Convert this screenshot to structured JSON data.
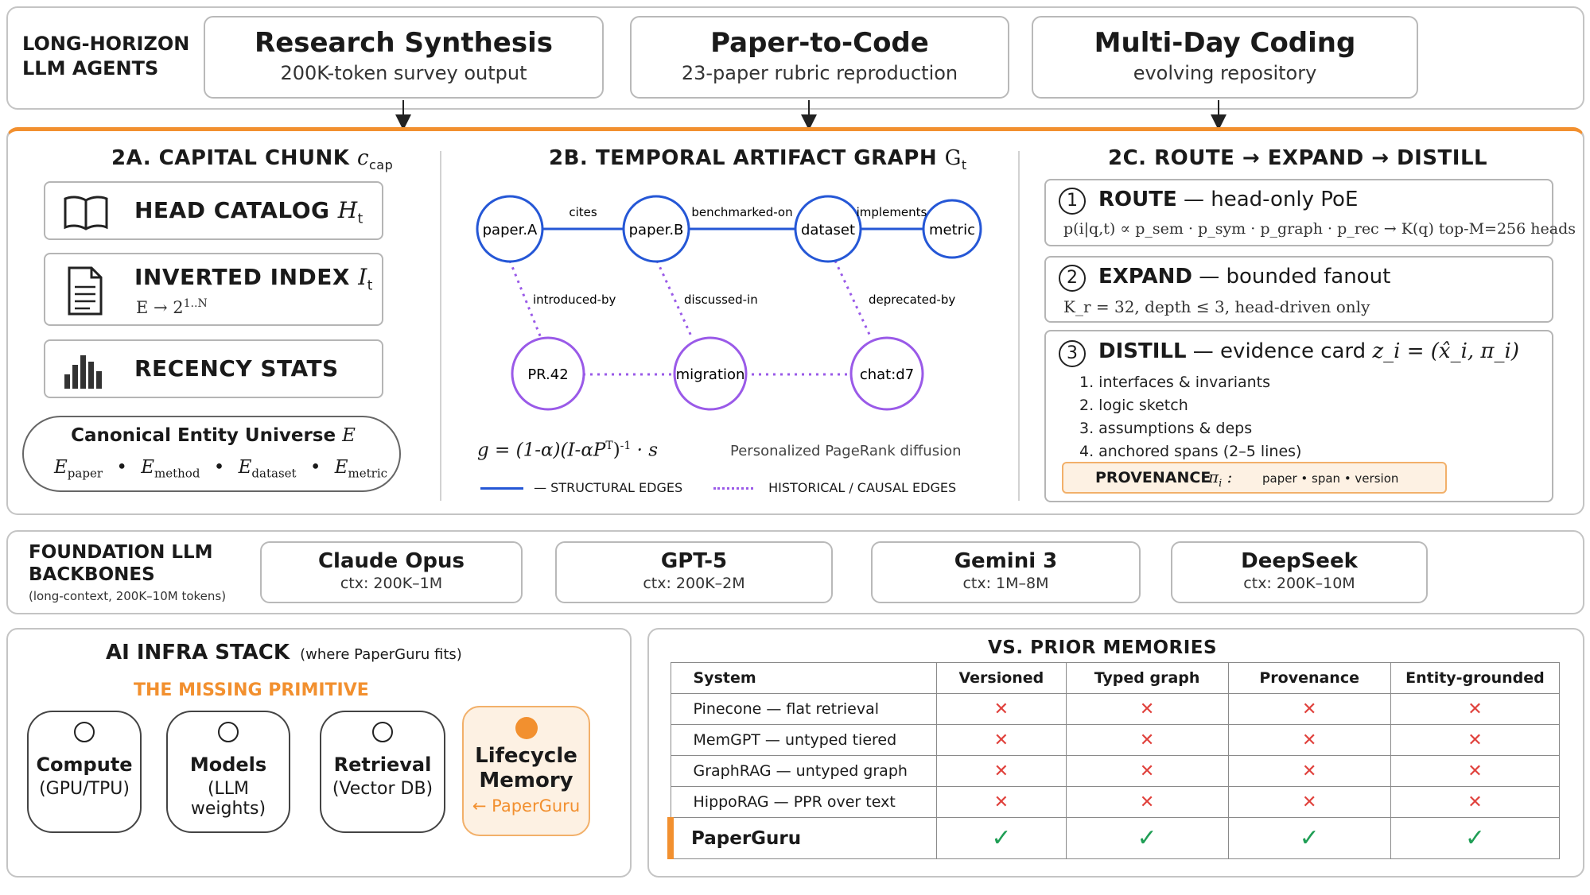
{
  "header": {
    "label": "LONG-HORIZON\nLLM AGENTS",
    "tasks": [
      {
        "title": "Research Synthesis",
        "subtitle": "200K-token survey output"
      },
      {
        "title": "Paper-to-Code",
        "subtitle": "23-paper rubric reproduction"
      },
      {
        "title": "Multi-Day Coding",
        "subtitle": "evolving repository"
      }
    ]
  },
  "capital": {
    "title": "2A. CAPITAL CHUNK",
    "title_math": "c",
    "title_sub": "cap",
    "items": [
      {
        "label": "HEAD CATALOG",
        "math": "H",
        "math_sub": "t",
        "icon": "book-icon"
      },
      {
        "label": "INVERTED INDEX",
        "math": "I",
        "math_sub": "t",
        "formula": "E → 2",
        "formula_sup": "1..N",
        "icon": "document-icon"
      },
      {
        "label": "RECENCY STATS",
        "icon": "bar-chart-icon"
      }
    ],
    "universe": {
      "title": "Canonical Entity Universe",
      "title_math": "E",
      "terms": [
        {
          "sym": "E",
          "sub": "paper"
        },
        {
          "sym": "E",
          "sub": "method"
        },
        {
          "sym": "E",
          "sub": "dataset"
        },
        {
          "sym": "E",
          "sub": "metric"
        }
      ],
      "separator": "•"
    }
  },
  "graph": {
    "title": "2B. TEMPORAL ARTIFACT GRAPH",
    "title_math": "G",
    "title_sub": "t",
    "nodes": {
      "paperA": "paper.A",
      "paperB": "paper.B",
      "dataset": "dataset",
      "metric": "metric",
      "pr42": "PR.42",
      "migration": "migration",
      "chat": "chat:d7"
    },
    "edges": {
      "cites": "cites",
      "benchmarked": "benchmarked-on",
      "implements": "implements",
      "introduced": "introduced-by",
      "discussed": "discussed-in",
      "deprecated": "deprecated-by"
    },
    "formula": "g = (1-α)(I-αP",
    "formula_sup": "T",
    "formula_tail": ")",
    "formula_sup2": "-1",
    "formula_end": "· s",
    "formula_caption": "Personalized PageRank diffusion",
    "legend": {
      "structural": "— STRUCTURAL EDGES",
      "historical": "HISTORICAL / CAUSAL EDGES"
    },
    "colors": {
      "structural": "#2557d6",
      "historical": "#9a5ae8"
    }
  },
  "route": {
    "title": "2C. ROUTE → EXPAND → DISTILL",
    "steps": [
      {
        "num": "1",
        "head": "ROUTE",
        "tail": "— head-only PoE",
        "formula": "p(i|q,t) ∝ p_sem · p_sym · p_graph · p_rec  →  K(q) top-M=256 heads"
      },
      {
        "num": "2",
        "head": "EXPAND",
        "tail": "— bounded fanout",
        "formula": "K_r = 32, depth ≤ 3, head-driven only"
      },
      {
        "num": "3",
        "head": "DISTILL",
        "tail": "— evidence card",
        "math": "z_i = (x̂_i, π_i)",
        "list": [
          "1.  interfaces & invariants",
          "2.  logic sketch",
          "3.  assumptions & deps",
          "4.  anchored spans (2–5 lines)"
        ]
      }
    ],
    "provenance": {
      "label": "PROVENANCE",
      "math": "π",
      "math_sub": "i",
      "items": "paper  •  span  •  version"
    }
  },
  "backbones": {
    "label": "FOUNDATION LLM\nBACKBONES",
    "sublabel": "(long-context, 200K–10M tokens)",
    "models": [
      {
        "name": "Claude Opus",
        "ctx": "ctx: 200K–1M"
      },
      {
        "name": "GPT-5",
        "ctx": "ctx: 200K–2M"
      },
      {
        "name": "Gemini 3",
        "ctx": "ctx: 1M–8M"
      },
      {
        "name": "DeepSeek",
        "ctx": "ctx: 200K–10M"
      }
    ]
  },
  "infra": {
    "title": "AI INFRA STACK",
    "title_note": "(where PaperGuru fits)",
    "missing": "THE MISSING PRIMITIVE",
    "stack": [
      {
        "name": "Compute",
        "sub": "(GPU/TPU)"
      },
      {
        "name": "Models",
        "sub": "(LLM weights)"
      },
      {
        "name": "Retrieval",
        "sub": "(Vector DB)"
      }
    ],
    "highlight": {
      "name": "Lifecycle\nMemory",
      "sub": "← PaperGuru"
    },
    "accent": "#f2902f"
  },
  "comparison": {
    "title": "VS. PRIOR MEMORIES",
    "columns": [
      "System",
      "Versioned",
      "Typed graph",
      "Provenance",
      "Entity-grounded"
    ],
    "rows": [
      {
        "system": "Pinecone — flat retrieval",
        "marks": [
          "✕",
          "✕",
          "✕",
          "✕"
        ]
      },
      {
        "system": "MemGPT — untyped tiered",
        "marks": [
          "✕",
          "✕",
          "✕",
          "✕"
        ]
      },
      {
        "system": "GraphRAG — untyped graph",
        "marks": [
          "✕",
          "✕",
          "✕",
          "✕"
        ]
      },
      {
        "system": "HippoRAG — PPR over text",
        "marks": [
          "✕",
          "✕",
          "✕",
          "✕"
        ]
      },
      {
        "system": "PaperGuru",
        "marks": [
          "✓",
          "✓",
          "✓",
          "✓"
        ]
      }
    ]
  }
}
